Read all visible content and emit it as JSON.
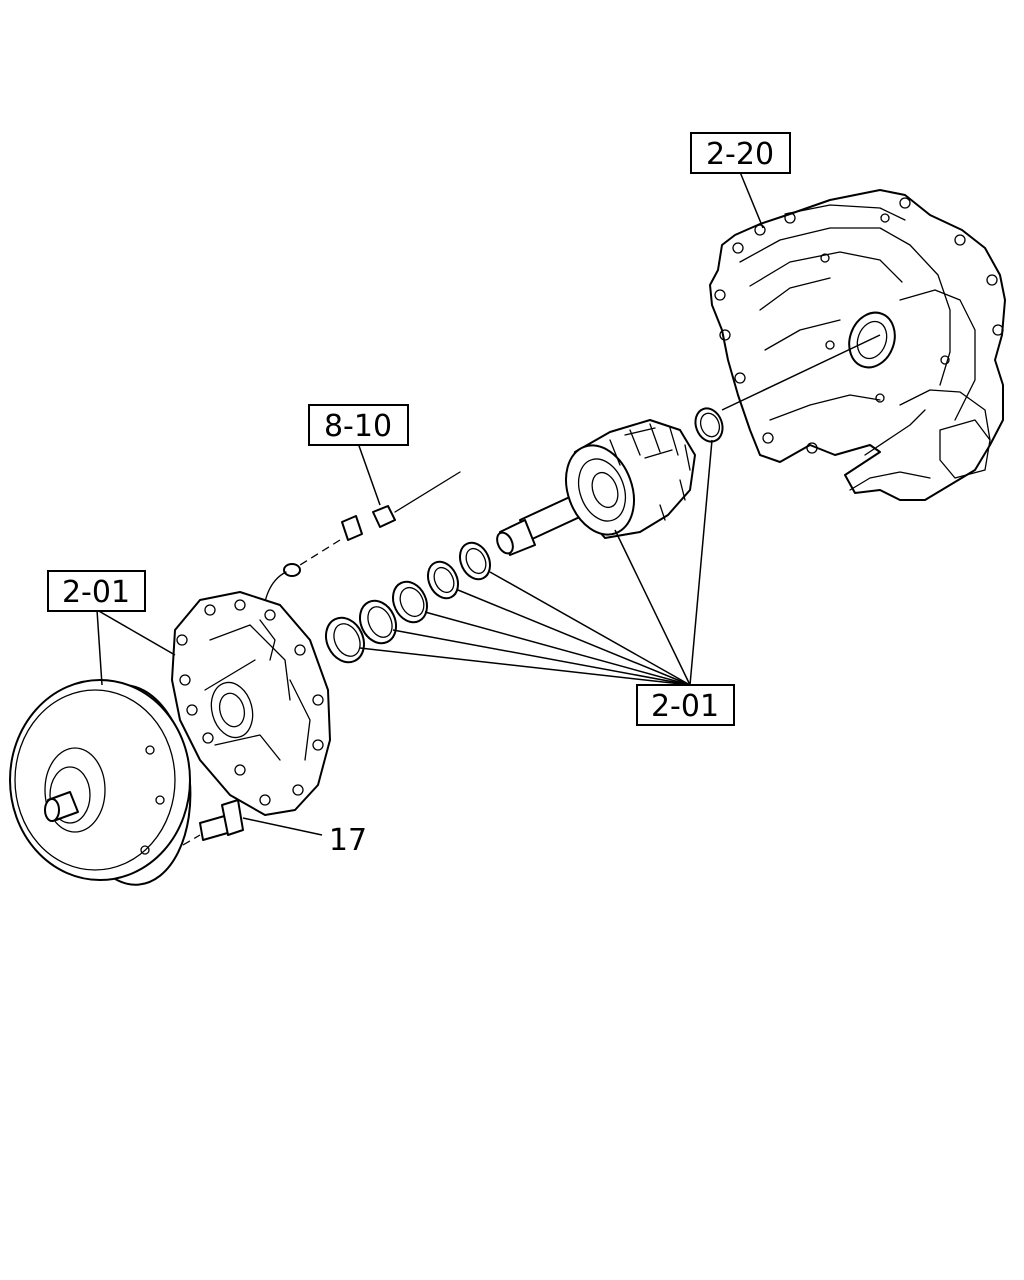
{
  "callouts": {
    "housing_ref": "2-20",
    "harness_ref": "8-10",
    "converter_ref": "2-01",
    "seals_ref": "2-01",
    "bolt_ref": "17"
  }
}
